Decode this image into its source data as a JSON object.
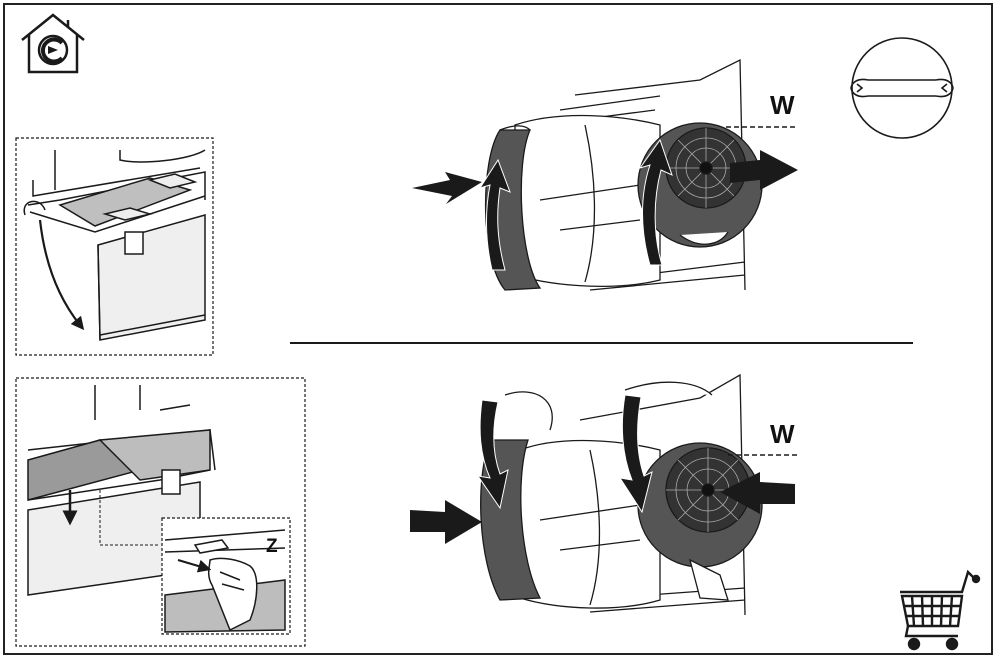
{
  "labels": {
    "w_top": "W",
    "w_bottom": "W",
    "z": "Z"
  },
  "icons": {
    "top_left": "house-with-hood-icon",
    "top_right": "wrench-icon",
    "bottom_right": "shopping-cart-icon"
  },
  "colors": {
    "line": "#1a1a1a",
    "dark_part": "#555555",
    "mid_gray": "#8c8c8c",
    "light_gray": "#c8c8c8",
    "panel_fill": "#eeeeee"
  }
}
